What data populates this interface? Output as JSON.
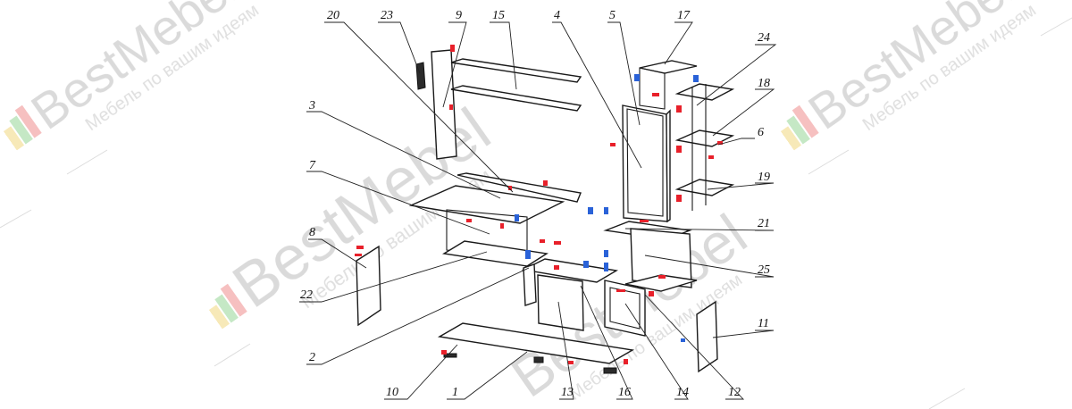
{
  "watermark": {
    "brand": "BestMebel",
    "tagline": "Мебель по вашим идеям",
    "colors": {
      "red": "#f5b9b9",
      "green": "#bfe6bf",
      "yellow": "#f7e7b0",
      "text": "#d6d6d6"
    }
  },
  "callouts": [
    {
      "id": "1",
      "label": "1"
    },
    {
      "id": "2",
      "label": "2"
    },
    {
      "id": "3",
      "label": "3"
    },
    {
      "id": "4",
      "label": "4"
    },
    {
      "id": "5",
      "label": "5"
    },
    {
      "id": "6",
      "label": "6"
    },
    {
      "id": "7",
      "label": "7"
    },
    {
      "id": "8",
      "label": "8"
    },
    {
      "id": "9",
      "label": "9"
    },
    {
      "id": "10",
      "label": "10"
    },
    {
      "id": "11",
      "label": "11"
    },
    {
      "id": "12",
      "label": "12"
    },
    {
      "id": "13",
      "label": "13"
    },
    {
      "id": "14",
      "label": "14"
    },
    {
      "id": "15",
      "label": "15"
    },
    {
      "id": "16",
      "label": "16"
    },
    {
      "id": "17",
      "label": "17"
    },
    {
      "id": "18",
      "label": "18"
    },
    {
      "id": "19",
      "label": "19"
    },
    {
      "id": "20",
      "label": "20"
    },
    {
      "id": "21",
      "label": "21"
    },
    {
      "id": "22",
      "label": "22"
    },
    {
      "id": "23",
      "label": "23"
    },
    {
      "id": "24",
      "label": "24"
    },
    {
      "id": "25",
      "label": "25"
    }
  ],
  "fitting_colors": {
    "screw": "#e8202a",
    "cam": "#2a62d8"
  }
}
